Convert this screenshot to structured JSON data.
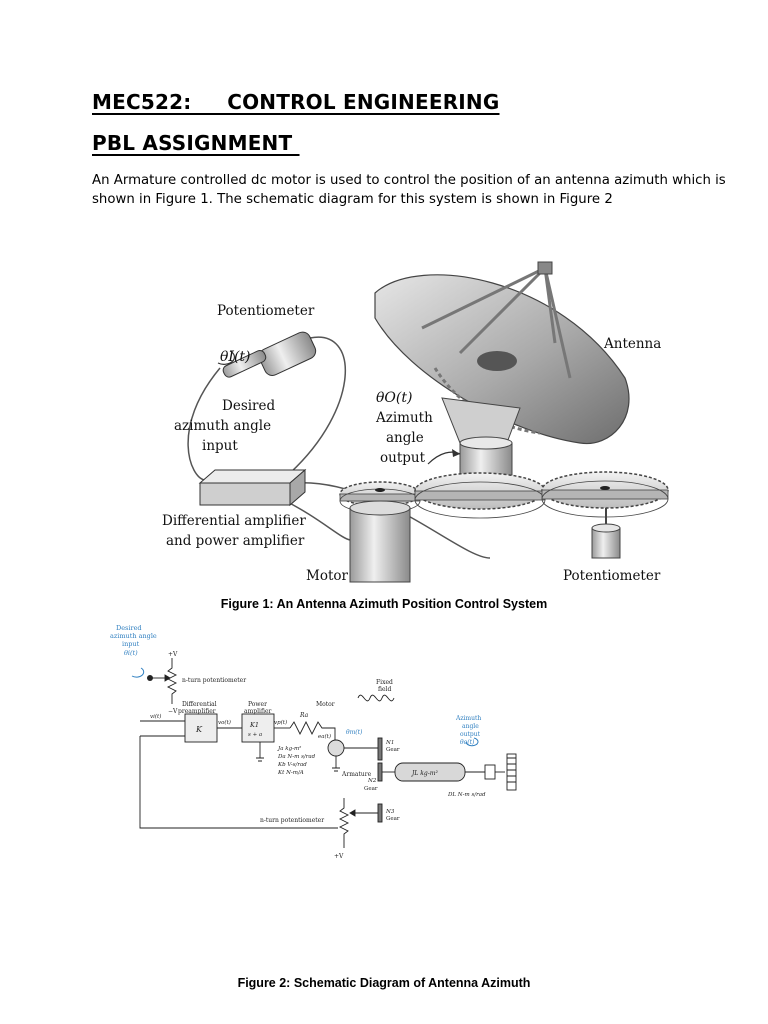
{
  "header": {
    "course_line": "MEC522:     CONTROL ENGINEERING",
    "assignment_line": "PBL ASSIGNMENT "
  },
  "intro": {
    "paragraph": "An Armature controlled dc motor is used to control the position of an antenna azimuth which is shown in Figure 1. The schematic diagram for this system is shown in Figure 2"
  },
  "figure1": {
    "caption": "Figure 1: An Antenna Azimuth Position Control System",
    "labels": {
      "potentiometer_top": "Potentiometer",
      "theta_i": "θI(t)",
      "desired_line1": "Desired",
      "desired_line2": "azimuth angle",
      "desired_line3": "input",
      "antenna": "Antenna",
      "theta_o": "θO(t)",
      "azimuth_line1": "Azimuth",
      "azimuth_line2": "angle",
      "azimuth_line3": "output",
      "amp_line1": "Differential amplifier",
      "amp_line2": "and power amplifier",
      "motor": "Motor",
      "potentiometer_bottom": "Potentiometer"
    }
  },
  "figure2": {
    "caption": "Figure 2: Schematic Diagram of Antenna Azimuth",
    "labels": {
      "desired_line1": "Desired",
      "desired_line2": "azimuth angle",
      "desired_line3": "input",
      "desired_line4": "θi(t)",
      "plus_v": "+V",
      "minus_v": "−V",
      "pot_top": "n-turn potentiometer",
      "diff_pre_line1": "Differential",
      "diff_pre_line2": "preamplifier",
      "power_amp_line1": "Power",
      "power_amp_line2": "amplifier",
      "motor": "Motor",
      "fixed_line1": "Fixed",
      "fixed_line2": "field",
      "gain_k": "K",
      "gain_k1": "K1",
      "gain_k1_den": "s + a",
      "ra": "Ra",
      "vi": "vi(t)",
      "vo": "vo(t)",
      "vp": "vp(t)",
      "ea": "ea(t)",
      "theta_m": "θm(t)",
      "ja": "Ja  kg-m²",
      "da": "Da  N-m s/rad",
      "kb": "Kb  V-s/rad",
      "kt": "Kt  N-m/A",
      "armature": "Armature",
      "n1": "N1",
      "n1_gear": "Gear",
      "n2": "N2",
      "n2_gear": "Gear",
      "n3": "N3",
      "n3_gear": "Gear",
      "jl": "JL  kg-m²",
      "dl": "DL  N-m s/rad",
      "out_line1": "Azimuth",
      "out_line2": "angle",
      "out_line3": "output",
      "out_line4": "θo(t)",
      "pot_bottom": "n-turn potentiometer",
      "plus_v_bottom": "+V"
    }
  }
}
